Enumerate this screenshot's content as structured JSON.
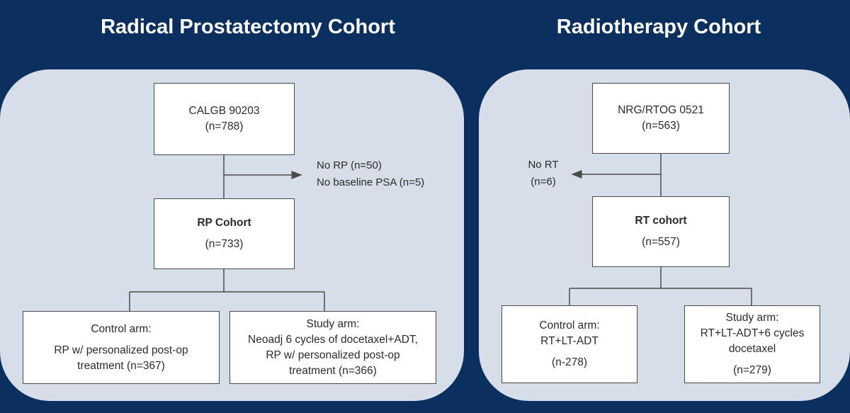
{
  "left": {
    "title": "Radical Prostatectomy Cohort",
    "source": {
      "name": "CALGB 90203",
      "n": "(n=788)"
    },
    "exclusions": [
      "No RP (n=50)",
      "No baseline PSA (n=5)"
    ],
    "cohort": {
      "name": "RP Cohort",
      "n": "(n=733)"
    },
    "control": {
      "heading": "Control arm:",
      "line1": "RP w/ personalized post-op",
      "line2": "treatment (n=367)"
    },
    "study": {
      "heading": "Study arm:",
      "line1": "Neoadj 6 cycles of docetaxel+ADT,",
      "line2": "RP w/ personalized post-op",
      "line3": "treatment (n=366)"
    }
  },
  "right": {
    "title": "Radiotherapy Cohort",
    "source": {
      "name": "NRG/RTOG 0521",
      "n": "(n=563)"
    },
    "exclusions": [
      "No RT",
      "(n=6)"
    ],
    "cohort": {
      "name": "RT cohort",
      "n": "(n=557)"
    },
    "control": {
      "heading": "Control arm:",
      "line1": "RT+LT-ADT",
      "line2": "(n-278)"
    },
    "study": {
      "heading": "Study arm:",
      "line1": "RT+LT-ADT+6 cycles",
      "line2": "docetaxel",
      "line3": "(n=279)"
    }
  },
  "colors": {
    "background": "#0b2f5e",
    "panel": "#d6dee9",
    "box": "#ffffff",
    "line": "#4a4a4a"
  }
}
